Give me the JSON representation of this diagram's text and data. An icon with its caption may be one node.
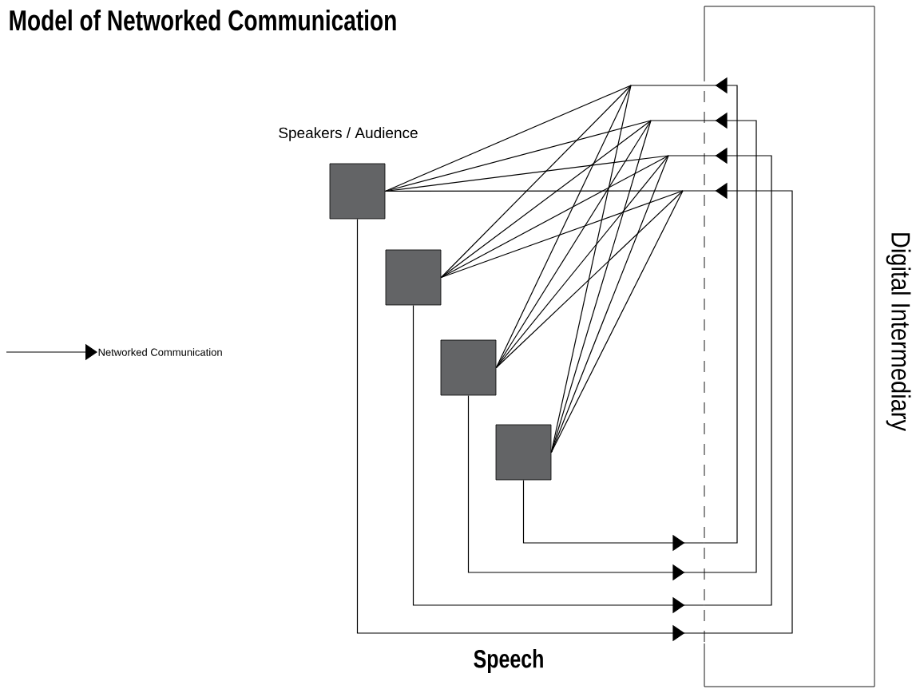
{
  "diagram": {
    "title": "Model of Networked Communication",
    "nodes": [
      {
        "text": [
          "Digital Intermediary"
        ]
      },
      {
        "text": [],
        "shape": "box"
      },
      {
        "text": [],
        "shape": "box"
      },
      {
        "text": [],
        "shape": "box"
      },
      {
        "text": [],
        "shape": "box"
      }
    ],
    "edges": [
      {
        "from": 1,
        "to": 0,
        "arrow": "to"
      },
      {
        "from": 2,
        "to": 0,
        "arrow": "to"
      },
      {
        "from": 3,
        "to": 0,
        "arrow": "to"
      },
      {
        "from": 4,
        "to": 0,
        "arrow": "to"
      },
      {
        "from": 0,
        "to": 1,
        "arrow": "to"
      },
      {
        "from": 0,
        "to": 2,
        "arrow": "to"
      },
      {
        "from": 0,
        "to": 3,
        "arrow": "to"
      },
      {
        "from": 0,
        "to": 4,
        "arrow": "to"
      },
      {
        "from": 0,
        "to": 1,
        "arrow": "to"
      },
      {
        "from": 0,
        "to": 2,
        "arrow": "to"
      },
      {
        "from": 0,
        "to": 3,
        "arrow": "to"
      },
      {
        "from": 0,
        "to": 4,
        "arrow": "to"
      },
      {
        "from": 0,
        "to": 1,
        "arrow": "to"
      },
      {
        "from": 0,
        "to": 2,
        "arrow": "to"
      },
      {
        "from": 0,
        "to": 3,
        "arrow": "to"
      },
      {
        "from": 0,
        "to": 4,
        "arrow": "to"
      },
      {
        "from": 0,
        "to": 1,
        "arrow": "to"
      },
      {
        "from": 0,
        "to": 2,
        "arrow": "to"
      },
      {
        "from": 0,
        "to": 3,
        "arrow": "to"
      },
      {
        "from": 0,
        "to": 4,
        "arrow": "to"
      }
    ],
    "labels": [
      "Speakers / Audience",
      "Speech"
    ],
    "legend": [
      {
        "text": "Networked Communication"
      }
    ]
  }
}
